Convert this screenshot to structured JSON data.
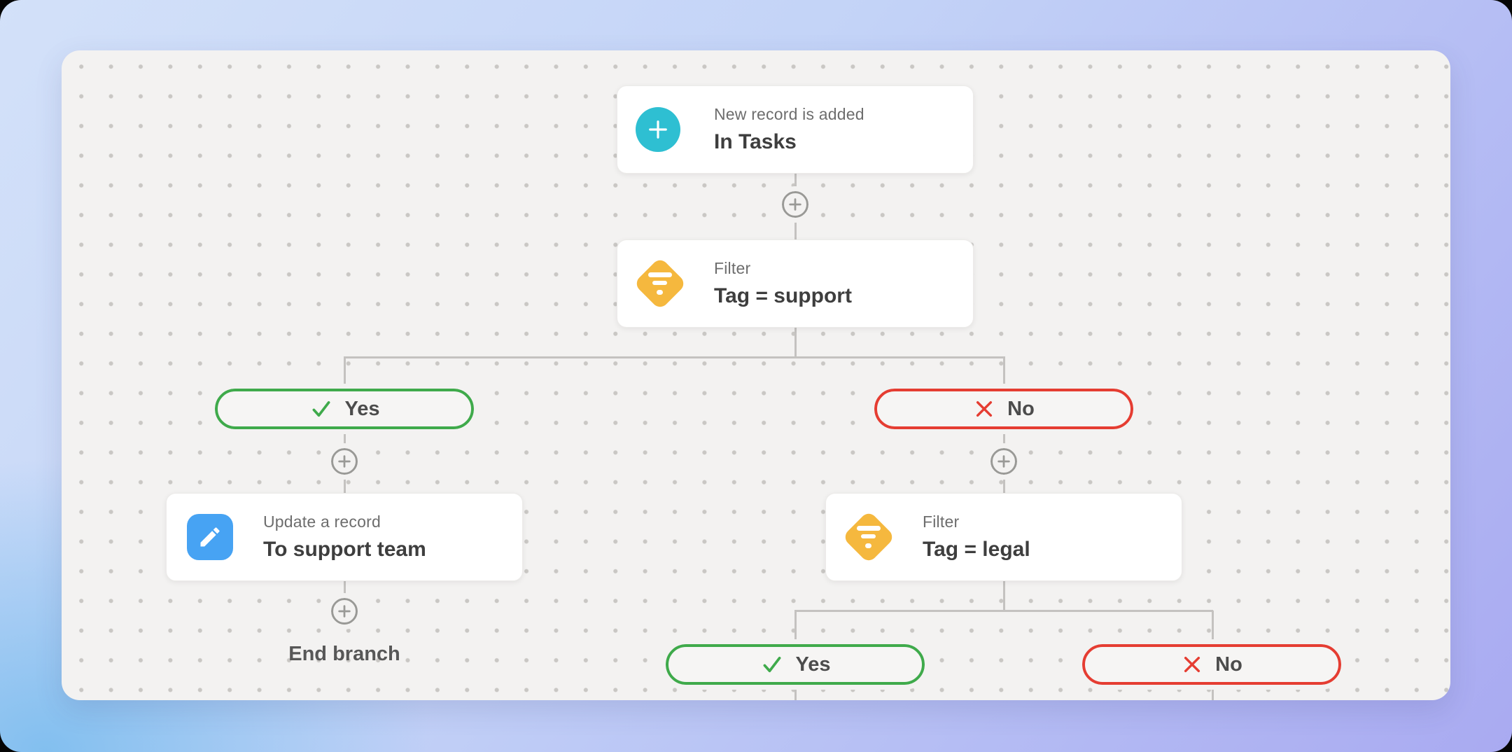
{
  "nodes": {
    "trigger": {
      "title": "New record is added",
      "subtitle": "In Tasks"
    },
    "filter_support": {
      "title": "Filter",
      "subtitle": "Tag = support"
    },
    "update_record": {
      "title": "Update a record",
      "subtitle": "To support team"
    },
    "filter_legal": {
      "title": "Filter",
      "subtitle": "Tag = legal"
    }
  },
  "branch_labels": {
    "yes": "Yes",
    "no": "No"
  },
  "end_branch_label": "End branch",
  "icons": {
    "trigger": "plus-circle-icon",
    "filter": "filter-diamond-icon",
    "action": "pencil-icon",
    "yes": "check-icon",
    "no": "x-icon",
    "add_step": "plus-icon"
  },
  "colors": {
    "trigger_icon": "#2ebfd2",
    "filter_icon": "#f5b83e",
    "action_icon": "#47a3f3",
    "yes_accent": "#3faa4b",
    "no_accent": "#e53d32",
    "connector": "#c4c2c0",
    "canvas_bg": "#f3f2f1",
    "node_bg": "#ffffff",
    "backdrop_top": "#d3e1f9",
    "backdrop_bottom": "#a9aaf1"
  }
}
